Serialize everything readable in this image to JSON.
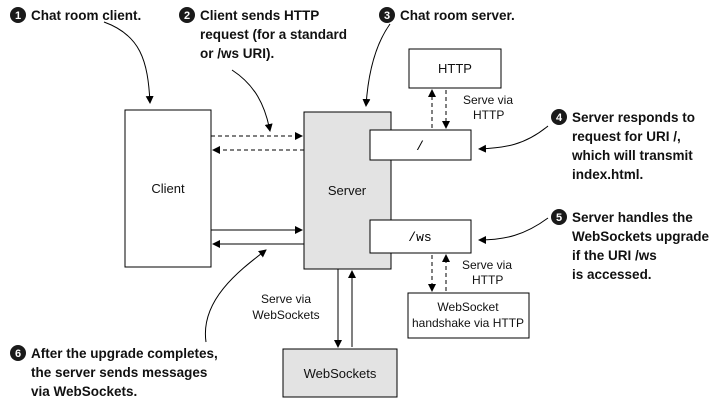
{
  "annotations": {
    "a1": {
      "number": "1",
      "lines": [
        "Chat room client."
      ]
    },
    "a2": {
      "number": "2",
      "lines": [
        "Client sends HTTP",
        "request (for a standard",
        "or /ws URI)."
      ]
    },
    "a3": {
      "number": "3",
      "lines": [
        "Chat room server."
      ]
    },
    "a4": {
      "number": "4",
      "lines": [
        "Server responds to",
        "request for URI /,",
        "which will transmit",
        "index.html."
      ]
    },
    "a5": {
      "number": "5",
      "lines": [
        "Server handles the",
        "WebSockets upgrade",
        "if the URI /ws",
        "is accessed."
      ]
    },
    "a6": {
      "number": "6",
      "lines": [
        "After the upgrade completes,",
        "the server sends messages",
        "via WebSockets."
      ]
    }
  },
  "boxes": {
    "client": "Client",
    "server": "Server",
    "http": "HTTP",
    "uri_root": "/",
    "uri_ws": "/ws",
    "ws_handshake": [
      "WebSocket",
      "handshake via HTTP"
    ],
    "websockets": "WebSockets"
  },
  "labels": {
    "serve_http_top": [
      "Serve via",
      "HTTP"
    ],
    "serve_http_bottom": [
      "Serve via",
      "HTTP"
    ],
    "serve_ws": [
      "Serve via",
      "WebSockets"
    ]
  },
  "colors": {
    "server_fill": "#e3e3e3",
    "badge": "#1a1a1a",
    "line": "#000000"
  }
}
